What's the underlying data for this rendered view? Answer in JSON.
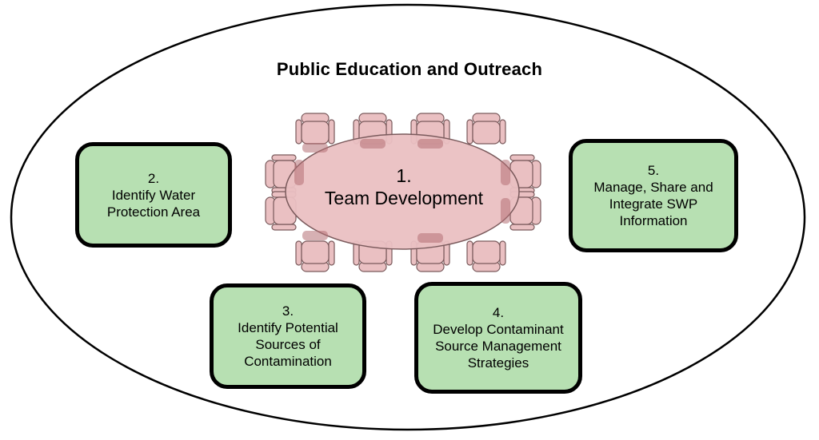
{
  "outer": {
    "title": "Public Education and Outreach"
  },
  "team": {
    "number": "1.",
    "label": "Team Development"
  },
  "steps": {
    "s2": {
      "number": "2.",
      "lines": [
        "Identify Water",
        "Protection Area"
      ]
    },
    "s3": {
      "number": "3.",
      "lines": [
        "Identify Potential",
        "Sources of",
        "Contamination"
      ]
    },
    "s4": {
      "number": "4.",
      "lines": [
        "Develop Contaminant",
        "Source Management",
        "Strategies"
      ]
    },
    "s5": {
      "number": "5.",
      "lines": [
        "Manage, Share and",
        "Integrate SWP",
        "Information"
      ]
    }
  },
  "colors": {
    "box_fill": "#b7e0b2",
    "table_fill": "#eac0c2",
    "chair_fill": "#eac0c2",
    "chair_dark": "#b46f74",
    "outline": "#000000"
  }
}
